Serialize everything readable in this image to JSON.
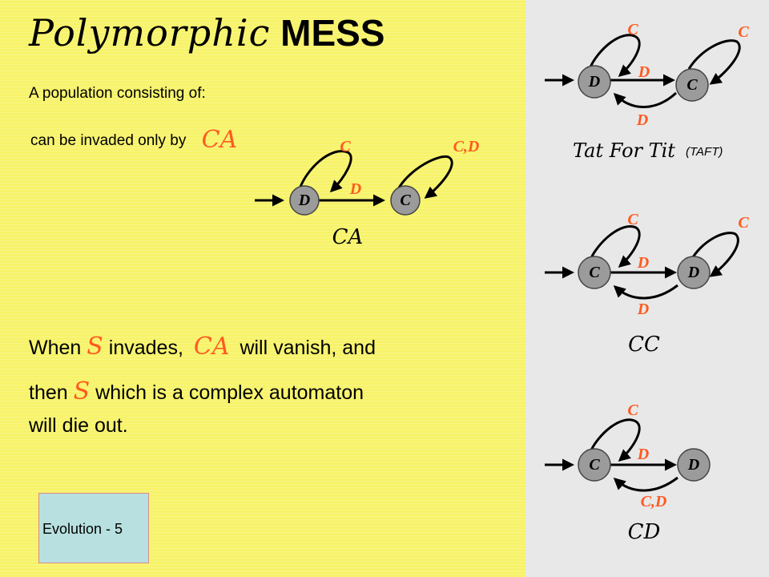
{
  "title": {
    "script": "Polymorphic",
    "bold": "MESS"
  },
  "intro": {
    "line1": "A population consisting of:",
    "line2": "can be invaded only by",
    "invader": "CA"
  },
  "body": {
    "p1_a": "When",
    "p1_s": "S",
    "p1_b": "invades,",
    "p1_ca": "CA",
    "p1_c": "will vanish, and",
    "p2_a": "then",
    "p2_s": "S",
    "p2_b": "which is a complex automaton",
    "p3": "will die out."
  },
  "footer": {
    "label": "Evolution - 5"
  },
  "automata": {
    "ca": {
      "caption": "CA",
      "states": [
        "D",
        "C"
      ],
      "self_loops": [
        "C",
        "C,D"
      ],
      "forward": "D",
      "back": ""
    },
    "taft": {
      "caption": "Tat For Tit",
      "caption_note": "(TAFT)",
      "states": [
        "D",
        "C"
      ],
      "self_loops": [
        "C",
        "C"
      ],
      "forward": "D",
      "back": "D"
    },
    "cc": {
      "caption": "CC",
      "states": [
        "C",
        "D"
      ],
      "self_loops": [
        "C",
        "C"
      ],
      "forward": "D",
      "back": "D"
    },
    "cd": {
      "caption": "CD",
      "states": [
        "C",
        "D"
      ],
      "self_loops": [
        "C",
        ""
      ],
      "forward": "D",
      "back": "C,D"
    }
  },
  "colors": {
    "background_left": "#f7f36a",
    "background_right": "#e8e8e8",
    "label_orange": "#ff5a1f",
    "node_fill": "#9b9b9b",
    "footer_box": "#b8e0e0"
  }
}
